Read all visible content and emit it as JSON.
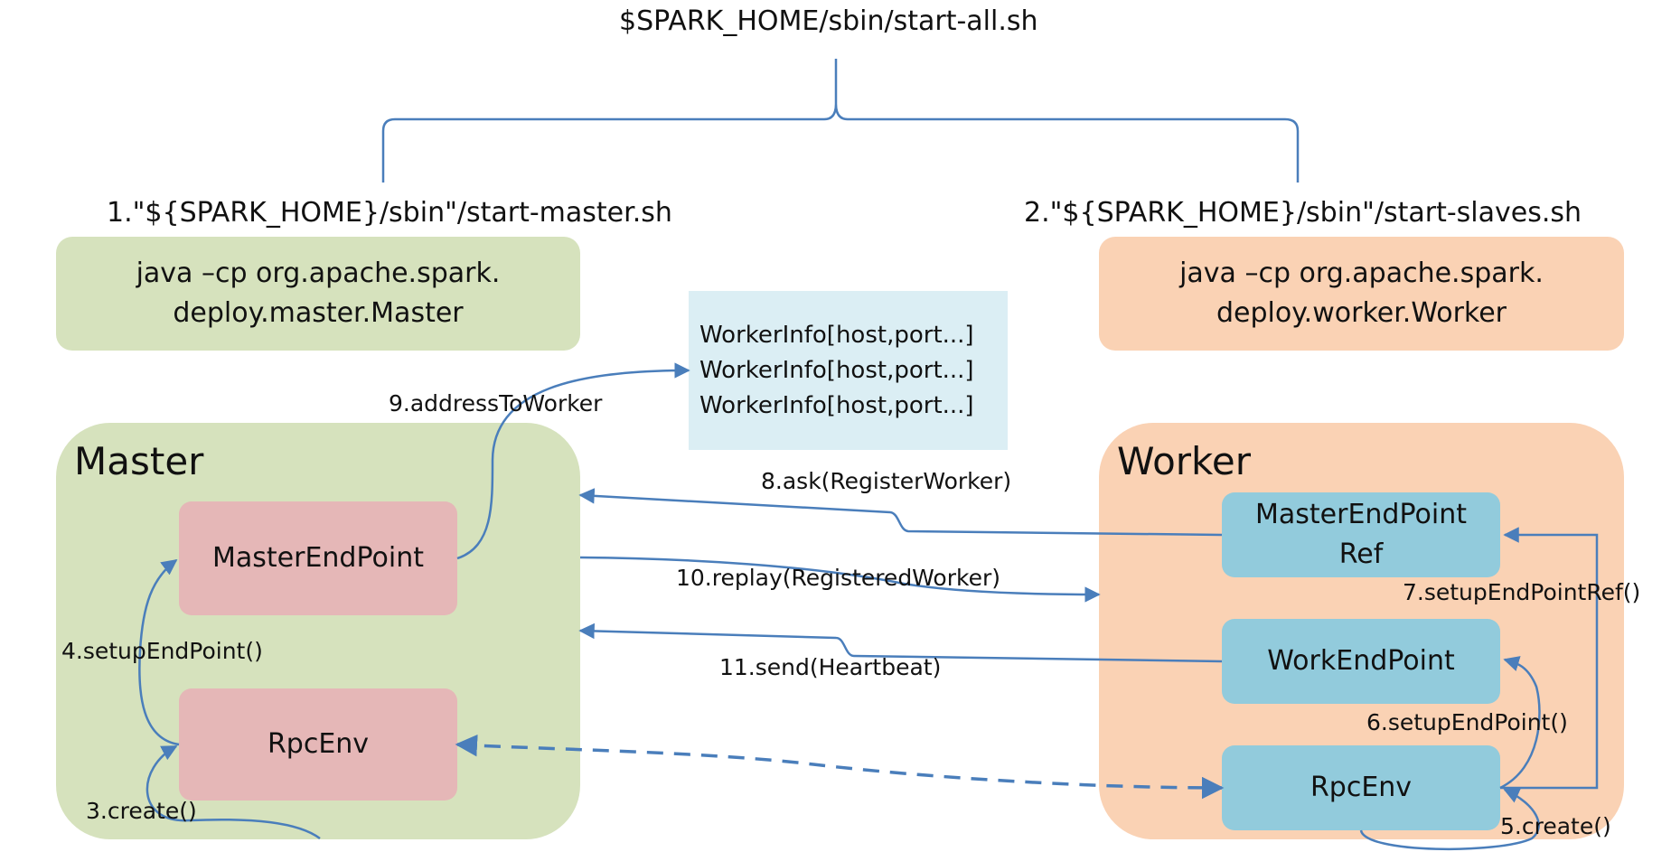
{
  "title": "$SPARK_HOME/sbin/start-all.sh",
  "master_script": "1.\"${SPARK_HOME}/sbin\"/start-master.sh",
  "worker_script": "2.\"${SPARK_HOME}/sbin\"/start-slaves.sh",
  "master_command": {
    "line1": "java –cp org.apache.spark.",
    "line2": "deploy.master.Master"
  },
  "worker_command": {
    "line1": "java –cp org.apache.spark.",
    "line2": "deploy.worker.Worker"
  },
  "worker_info": [
    "WorkerInfo[host,port...]",
    "WorkerInfo[host,port...]",
    "WorkerInfo[host,port...]"
  ],
  "master": {
    "title": "Master",
    "endpoint": "MasterEndPoint",
    "rpc_env": "RpcEnv"
  },
  "worker": {
    "title": "Worker",
    "endpoint_ref_line1": "MasterEndPoint",
    "endpoint_ref_line2": "Ref",
    "endpoint": "WorkEndPoint",
    "rpc_env": "RpcEnv"
  },
  "steps": {
    "s3": "3.create()",
    "s4": "4.setupEndPoint()",
    "s5": "5.create()",
    "s6": "6.setupEndPoint()",
    "s7": "7.setupEndPointRef()",
    "s8": "8.ask(RegisterWorker)",
    "s9": "9.addressToWorker",
    "s10": "10.replay(RegisteredWorker)",
    "s11": "11.send(Heartbeat)"
  },
  "colors": {
    "master_bg": "#d6e2bd",
    "worker_bg": "#fad2b4",
    "component_red": "#e5b7b7",
    "component_blue": "#92cbdc",
    "info_bg": "#dbeef4",
    "arrow": "#4a7ebb"
  }
}
